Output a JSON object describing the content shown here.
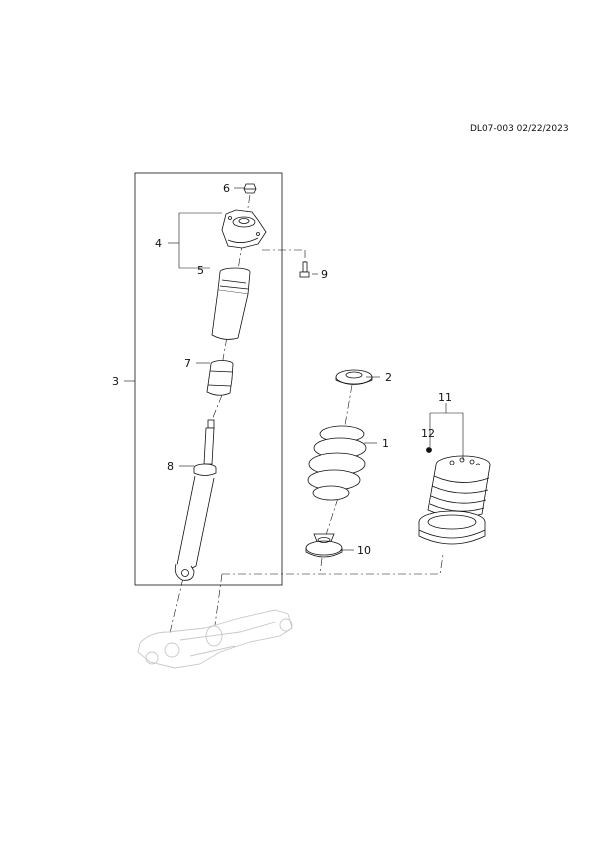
{
  "document": {
    "reference": "DL07-003 02/22/2023"
  },
  "callouts": [
    {
      "id": "c1",
      "label": "1"
    },
    {
      "id": "c2",
      "label": "2"
    },
    {
      "id": "c3",
      "label": "3"
    },
    {
      "id": "c4",
      "label": "4"
    },
    {
      "id": "c5",
      "label": "5"
    },
    {
      "id": "c6",
      "label": "6"
    },
    {
      "id": "c7",
      "label": "7"
    },
    {
      "id": "c8",
      "label": "8"
    },
    {
      "id": "c9",
      "label": "9"
    },
    {
      "id": "c10",
      "label": "10"
    },
    {
      "id": "c11",
      "label": "11"
    },
    {
      "id": "c12",
      "label": "12"
    }
  ],
  "colors": {
    "line": "#111111",
    "faded": "#c8c8c8"
  }
}
